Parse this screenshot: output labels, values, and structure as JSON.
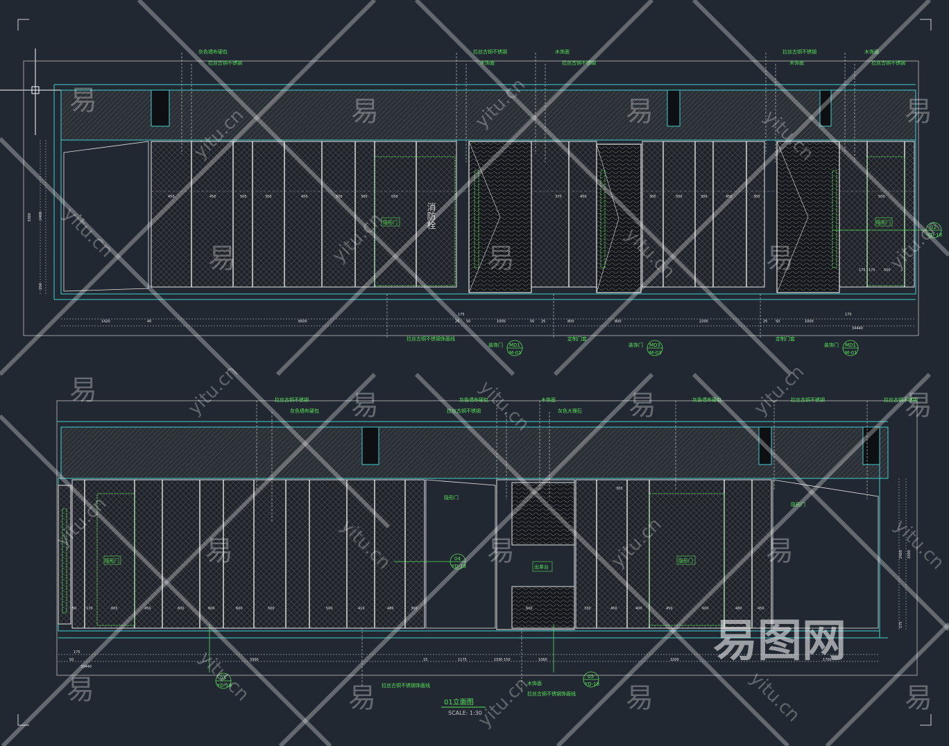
{
  "title": "01立面图",
  "scale": "SCALE: 1:30",
  "notes_top": [
    "灰色墙布硬包",
    "拉丝古铜不锈钢",
    "拉丝古铜不锈钢",
    "木饰面",
    "木饰面",
    "拉丝古铜不锈钢",
    "拉丝古铜不锈钢",
    "木饰面",
    "木饰面",
    "拉丝古铜不锈钢",
    "拉丝古铜不锈钢饰面线",
    "定制门套",
    "定制门套"
  ],
  "notes_bottom": [
    "拉丝古铜不锈钢",
    "灰色墙布硬包",
    "灰色墙布硬包",
    "拉丝古铜不锈钢",
    "木饰面",
    "灰色大理石",
    "灰色墙布硬包",
    "拉丝古铜不锈钢",
    "拉丝古铜不锈钢",
    "拉丝古铜不锈钢饰面线",
    "木饰面",
    "拉丝古铜不锈钢饰面线"
  ],
  "door_labels": [
    "隐形门",
    "隐形门",
    "出单台",
    "隐形门",
    "隐形门",
    "隐形门",
    "隐形门"
  ],
  "fire_hydrant": "消防栓",
  "callouts_top": [
    {
      "tag": "MD1",
      "sub": "M-01",
      "label": "装饰门"
    },
    {
      "tag": "MD3",
      "sub": "M-03",
      "label": "装饰门"
    },
    {
      "tag": "MD1",
      "sub": "M-01",
      "label": "装饰门"
    },
    {
      "tag": "02",
      "sub": "YD-18"
    }
  ],
  "callouts_bottom": [
    {
      "tag": "04",
      "sub": "YD-18"
    },
    {
      "tag": "03",
      "sub": "YD-18"
    },
    {
      "tag": "05",
      "sub": "YD-18"
    }
  ],
  "dims_top": [
    "1420",
    "40",
    "6600",
    "175",
    "25",
    "50",
    "1000",
    "50",
    "25",
    "800",
    "800",
    "2200",
    "25",
    "50",
    "1000",
    "175",
    "34440"
  ],
  "dims_top_inner": [
    "450",
    "450",
    "500",
    "300",
    "450",
    "500",
    "300",
    "550",
    "370",
    "450",
    "300",
    "500",
    "300",
    "450",
    "300",
    "500",
    "175",
    "175",
    "500"
  ],
  "dims_top_vertical": [
    "3300",
    "2400",
    "150"
  ],
  "dims_bottom": [
    "50",
    "175",
    "3300",
    "15",
    "1175",
    "15",
    "30",
    "150",
    "1060",
    "3200",
    "1700",
    "33440"
  ],
  "dims_bottom_inner": [
    "50",
    "170",
    "605",
    "450",
    "600",
    "600",
    "600",
    "500",
    "500",
    "410",
    "480",
    "300",
    "600",
    "330",
    "450",
    "400",
    "450",
    "600",
    "480",
    "450",
    "300"
  ],
  "dims_bottom_vertical": [
    "2400",
    "3300",
    "175"
  ],
  "watermark_char": "易",
  "watermark_url": "yitu.cn",
  "watermark_brand": "易图网"
}
